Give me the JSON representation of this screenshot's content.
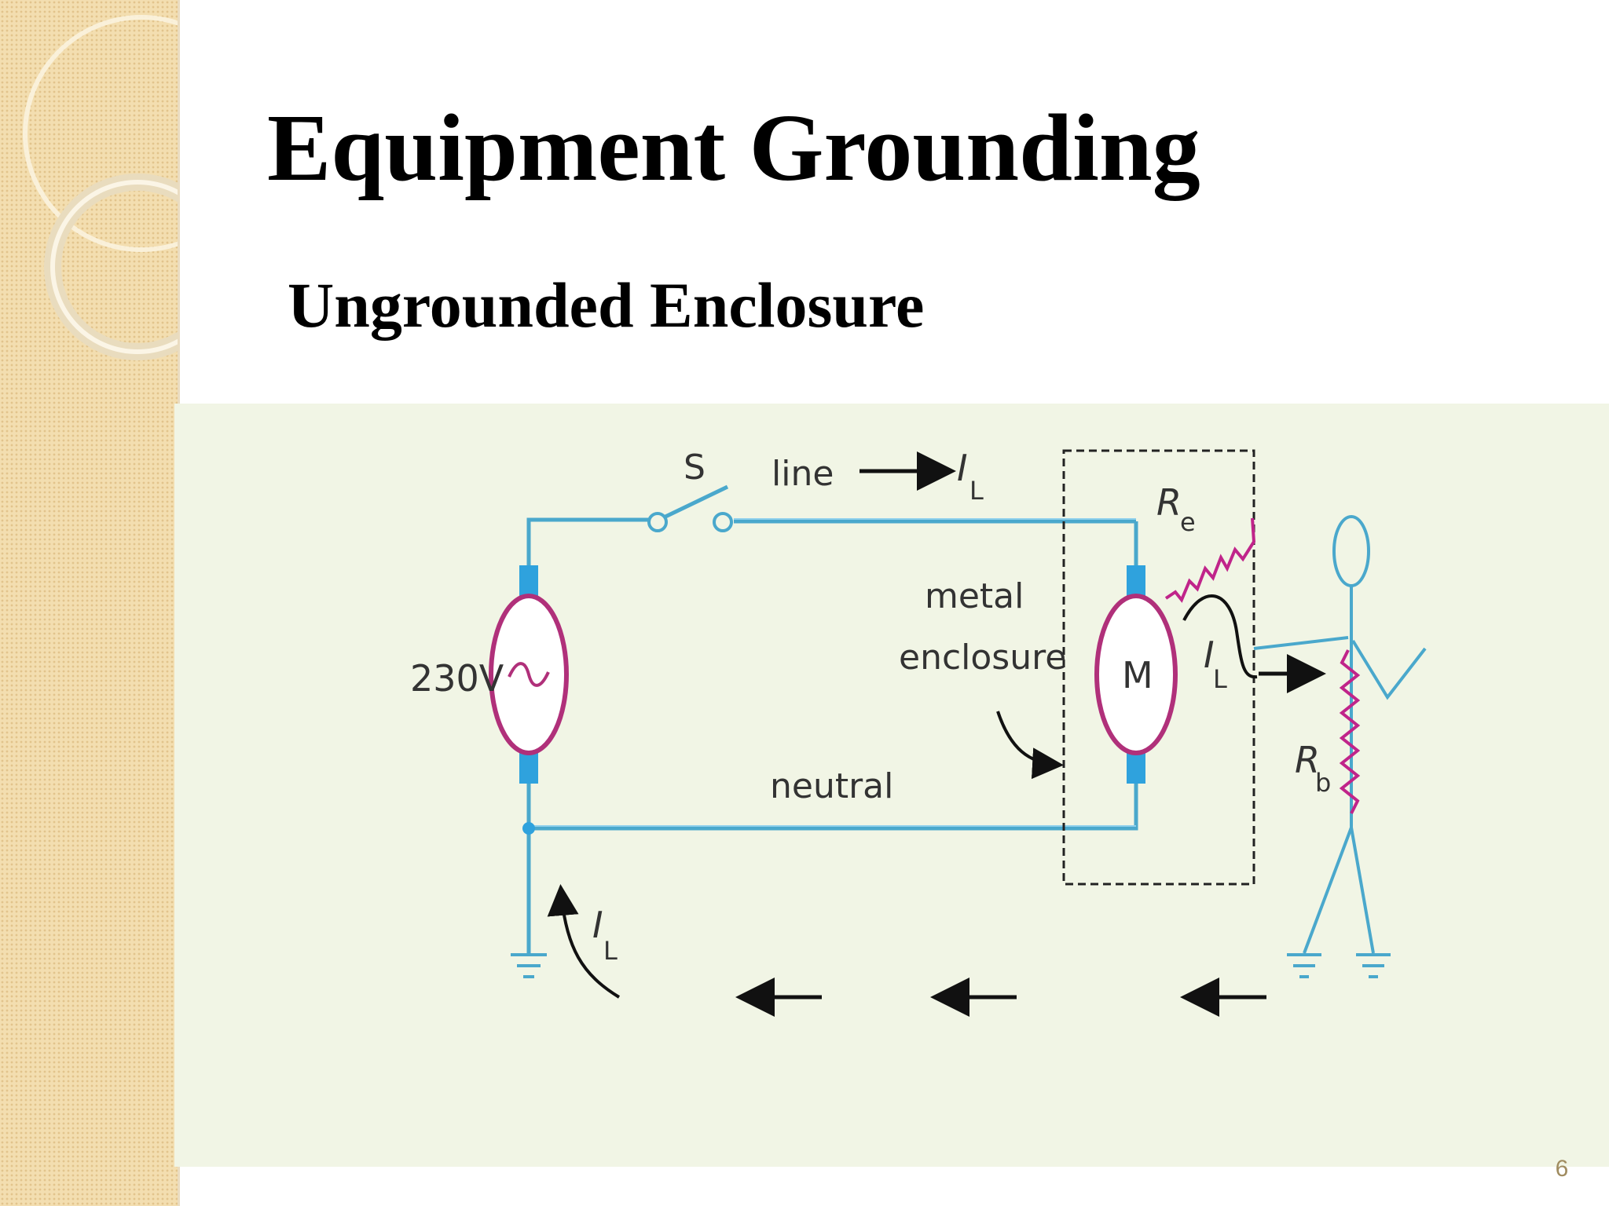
{
  "slide": {
    "title": "Equipment Grounding",
    "subtitle": "Ungrounded Enclosure",
    "page_number": "6"
  },
  "diagram": {
    "labels": {
      "switch": "S",
      "line": "line",
      "current_line": "I",
      "current_sub": "L",
      "resistance_e": "R",
      "resistance_e_sub": "e",
      "metal": "metal",
      "enclosure": "enclosure",
      "source_voltage": "230V",
      "source_symbol": "~",
      "motor": "M",
      "current_body": "I",
      "current_body_sub": "L",
      "resistance_b": "R",
      "resistance_b_sub": "b",
      "neutral": "neutral",
      "current_ground": "I",
      "current_ground_sub": "L"
    },
    "colors": {
      "wire": "#4aa8cc",
      "terminal": "#2fa2dd",
      "source_outline": "#b0307a",
      "resistor": "#c0248a",
      "arrow": "#111111",
      "enclosure_border": "#222222"
    }
  }
}
